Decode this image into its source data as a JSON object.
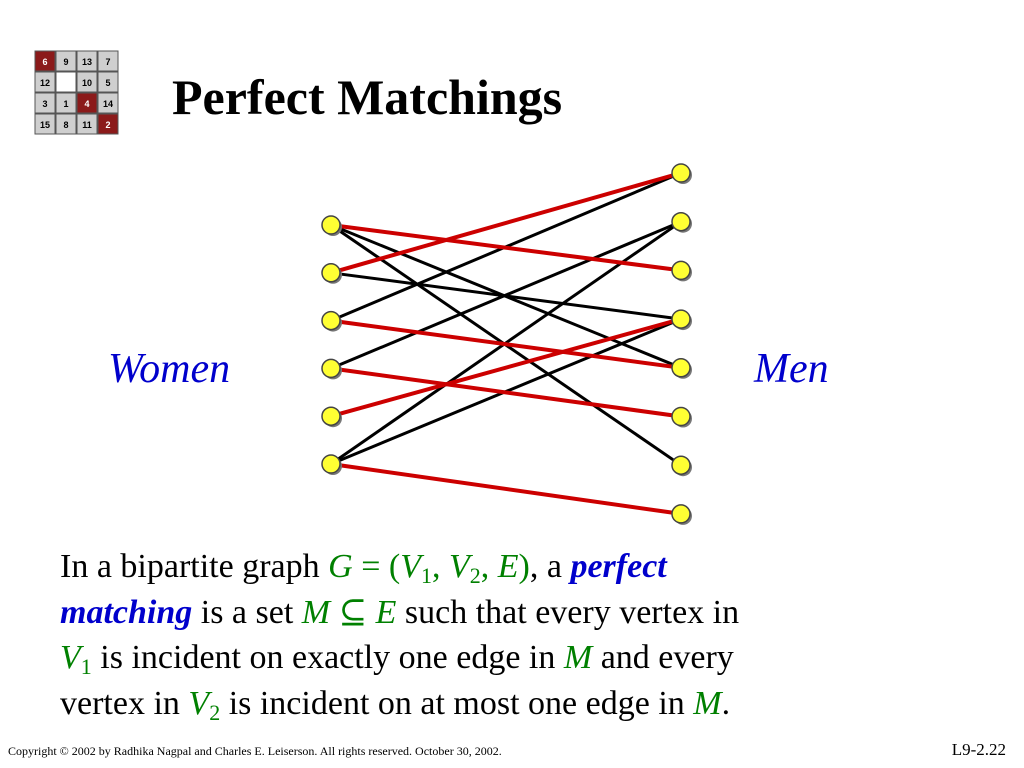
{
  "logo": {
    "grid": [
      [
        {
          "v": "6",
          "c": "#8b1a1a"
        },
        {
          "v": "9",
          "c": "#cfcfcf"
        },
        {
          "v": "13",
          "c": "#cfcfcf"
        },
        {
          "v": "7",
          "c": "#cfcfcf"
        }
      ],
      [
        {
          "v": "12",
          "c": "#cfcfcf"
        },
        {
          "v": "",
          "c": "#ffffff"
        },
        {
          "v": "10",
          "c": "#cfcfcf"
        },
        {
          "v": "5",
          "c": "#cfcfcf"
        }
      ],
      [
        {
          "v": "3",
          "c": "#cfcfcf"
        },
        {
          "v": "1",
          "c": "#cfcfcf"
        },
        {
          "v": "4",
          "c": "#8b1a1a"
        },
        {
          "v": "14",
          "c": "#cfcfcf"
        }
      ],
      [
        {
          "v": "15",
          "c": "#cfcfcf"
        },
        {
          "v": "8",
          "c": "#cfcfcf"
        },
        {
          "v": "11",
          "c": "#cfcfcf"
        },
        {
          "v": "2",
          "c": "#8b1a1a"
        }
      ]
    ]
  },
  "title": "Perfect Matchings",
  "labels": {
    "women": "Women",
    "men": "Men"
  },
  "graph": {
    "women_count": 6,
    "men_count": 8,
    "colors": {
      "matching": "#cc0000",
      "edge": "#000000",
      "node": "#ffff33"
    },
    "edges": [
      {
        "w": 0,
        "m": 2,
        "matched": true
      },
      {
        "w": 0,
        "m": 4,
        "matched": false
      },
      {
        "w": 0,
        "m": 6,
        "matched": false
      },
      {
        "w": 1,
        "m": 0,
        "matched": true
      },
      {
        "w": 1,
        "m": 3,
        "matched": false
      },
      {
        "w": 2,
        "m": 4,
        "matched": true
      },
      {
        "w": 2,
        "m": 0,
        "matched": false
      },
      {
        "w": 3,
        "m": 5,
        "matched": true
      },
      {
        "w": 3,
        "m": 1,
        "matched": false
      },
      {
        "w": 4,
        "m": 3,
        "matched": true
      },
      {
        "w": 5,
        "m": 7,
        "matched": true
      },
      {
        "w": 5,
        "m": 1,
        "matched": false
      },
      {
        "w": 5,
        "m": 3,
        "matched": false
      }
    ]
  },
  "text": {
    "p1": "In a bipartite graph ",
    "G": "G",
    "eq_open": " = (",
    "V": "V",
    "one": "1",
    "two": "2",
    "comma": ", ",
    "E": "E",
    "close": ")",
    "p2": ", a ",
    "perfect": "perfect",
    "matching": "matching",
    "p3": " is a set ",
    "M": "M",
    "subseteq": " ⊆ ",
    "p4": " such that every vertex in",
    "p5": " is incident on exactly one edge in ",
    "p6": " and every",
    "p7": "vertex in ",
    "p8": " is incident on at most one edge in ",
    "dot": "."
  },
  "footer": "Copyright © 2002 by Radhika Nagpal and Charles E. Leiserson.   All rights reserved.  October 30, 2002.",
  "page_number": "L9-2.22"
}
